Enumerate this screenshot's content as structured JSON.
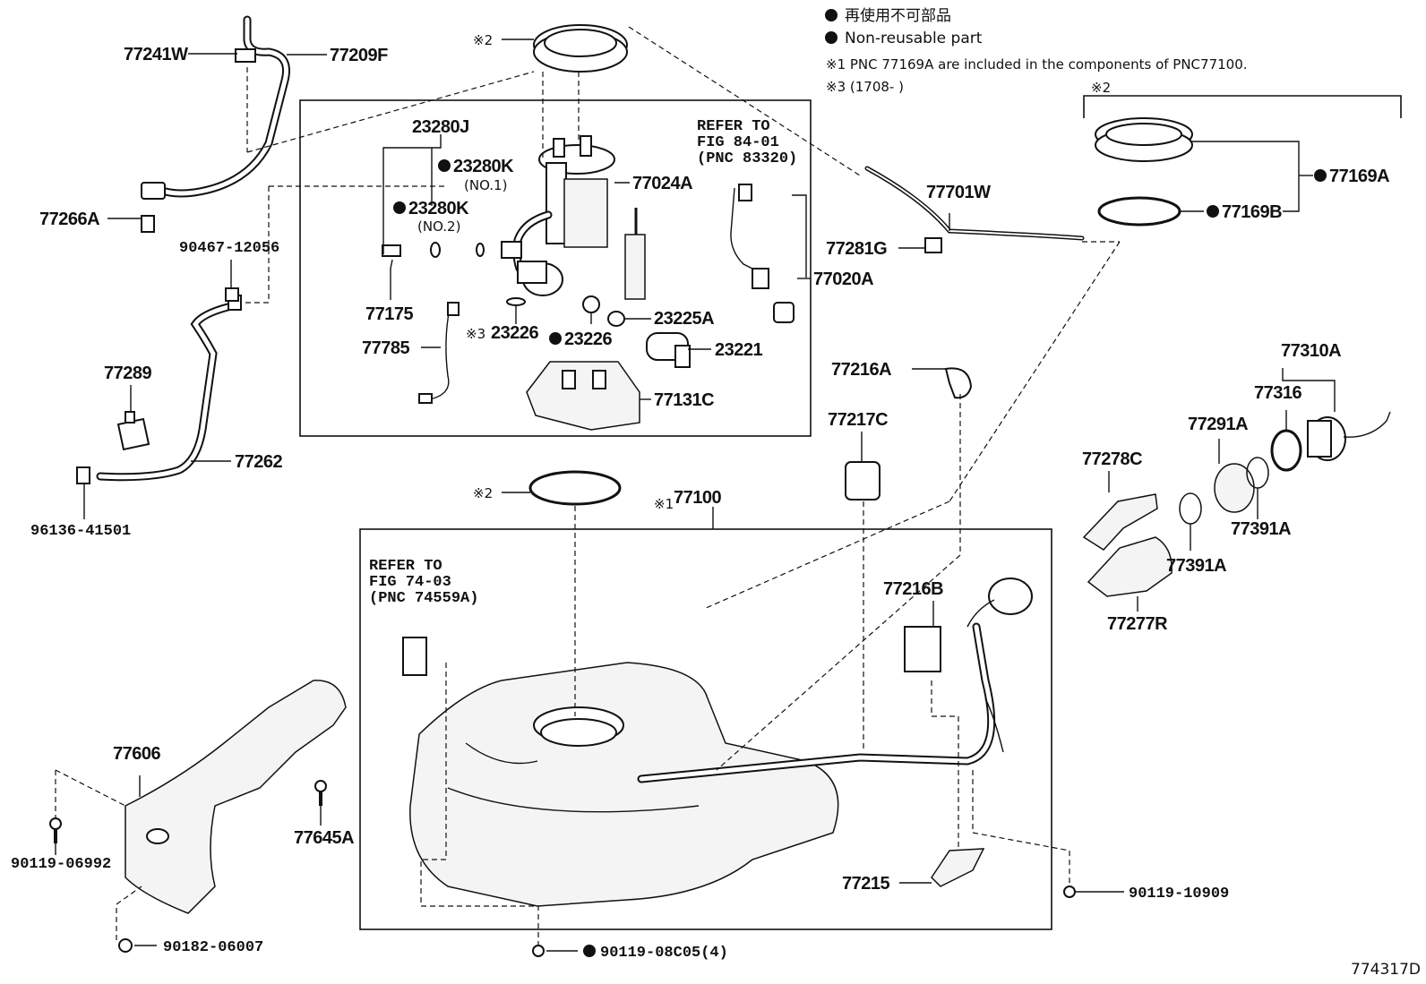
{
  "legend": {
    "jp_label": "再使用不可部品",
    "en_label": "Non-reusable part",
    "note1": "※1 PNC 77169A are included in the components of PNC77100.",
    "note3": "※3 (1708-      )"
  },
  "diagram_id": "774317D",
  "refs": {
    "fig84_l1": "REFER TO",
    "fig84_l2": "FIG 84-01",
    "fig84_l3": "(PNC 83320)",
    "fig74_l1": "REFER TO",
    "fig74_l2": "FIG 74-03",
    "fig74_l3": "(PNC 74559A)"
  },
  "marks": {
    "x2": "※2",
    "x1": "※1",
    "x3": "※3",
    "no1": "(NO.1)",
    "no2": "(NO.2)"
  },
  "parts": {
    "p77241W": "77241W",
    "p77209F": "77209F",
    "p77266A": "77266A",
    "p90467": "90467-12056",
    "p77289": "77289",
    "p77262": "77262",
    "p96136": "96136-41501",
    "p23280J": "23280J",
    "p23280K1": "23280K",
    "p23280K2": "23280K",
    "p77024A": "77024A",
    "p77175": "77175",
    "p77785": "77785",
    "p23226a": "23226",
    "p23226b": "23226",
    "p23225A": "23225A",
    "p23221": "23221",
    "p77131C": "77131C",
    "p77020A": "77020A",
    "p77701W": "77701W",
    "p77281G": "77281G",
    "p77169A": "77169A",
    "p77169B": "77169B",
    "p77216A": "77216A",
    "p77217C": "77217C",
    "p77310A": "77310A",
    "p77316": "77316",
    "p77291A": "77291A",
    "p77278C": "77278C",
    "p77391A_1": "77391A",
    "p77391A_2": "77391A",
    "p77277R": "77277R",
    "p77100": "77100",
    "p77216B": "77216B",
    "p77606": "77606",
    "p77645A": "77645A",
    "p90119_06992": "90119-06992",
    "p90182": "90182-06007",
    "p90119_08C05": "90119-08C05(4)",
    "p77215": "77215",
    "p90119_10909": "90119-10909"
  }
}
